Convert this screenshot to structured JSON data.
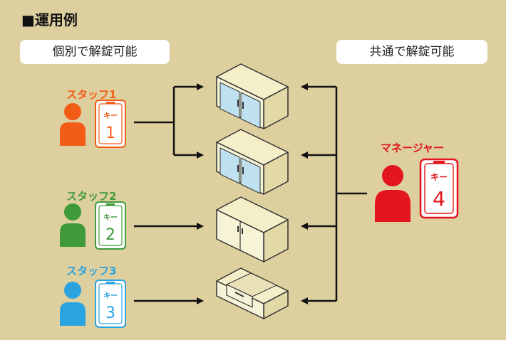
{
  "section_title": "■運用例",
  "left_header": "個別で解錠可能",
  "right_header": "共通で解錠可能",
  "colors": {
    "background": "#ddcf9e",
    "staff1": "#f25c17",
    "staff2": "#3f9a3a",
    "staff3": "#2aa3df",
    "manager": "#e2161c"
  },
  "staff": [
    {
      "name": "スタッフ1",
      "key_label": "キー",
      "key_number": "1"
    },
    {
      "name": "スタッフ2",
      "key_label": "キー",
      "key_number": "2"
    },
    {
      "name": "スタッフ3",
      "key_label": "キー",
      "key_number": "3"
    }
  ],
  "manager": {
    "name": "マネージャー",
    "key_label": "キー",
    "key_number": "4"
  },
  "cabinets": [
    "glass-door-cabinet",
    "glass-door-cabinet",
    "wood-door-cabinet",
    "drawer-cabinet"
  ]
}
